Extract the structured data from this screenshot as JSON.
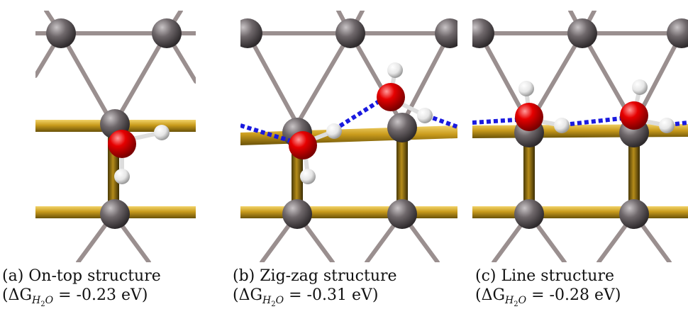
{
  "panels": [
    {
      "label": "(a) On-top structure",
      "energy_prefix": "(ΔG",
      "energy_sub": "H",
      "energy_sub2": "2",
      "energy_sub3": "O",
      "energy_value": " = -0.23 eV)"
    },
    {
      "label": "(b) Zig-zag structure",
      "energy_prefix": "(ΔG",
      "energy_sub": "H",
      "energy_sub2": "2",
      "energy_sub3": "O",
      "energy_value": " = -0.31 eV)"
    },
    {
      "label": "(c) Line structure",
      "energy_prefix": "(ΔG",
      "energy_sub": "H",
      "energy_sub2": "2",
      "energy_sub3": "O",
      "energy_value": " = -0.28 eV)"
    }
  ],
  "colors": {
    "bond": "#9a8f8f",
    "metal_atom": "#6b6467",
    "gold_rod": "#c9a227",
    "oxygen": "#e00000",
    "hydrogen": "#f2f2f2",
    "hbond": "#1a1adf"
  }
}
